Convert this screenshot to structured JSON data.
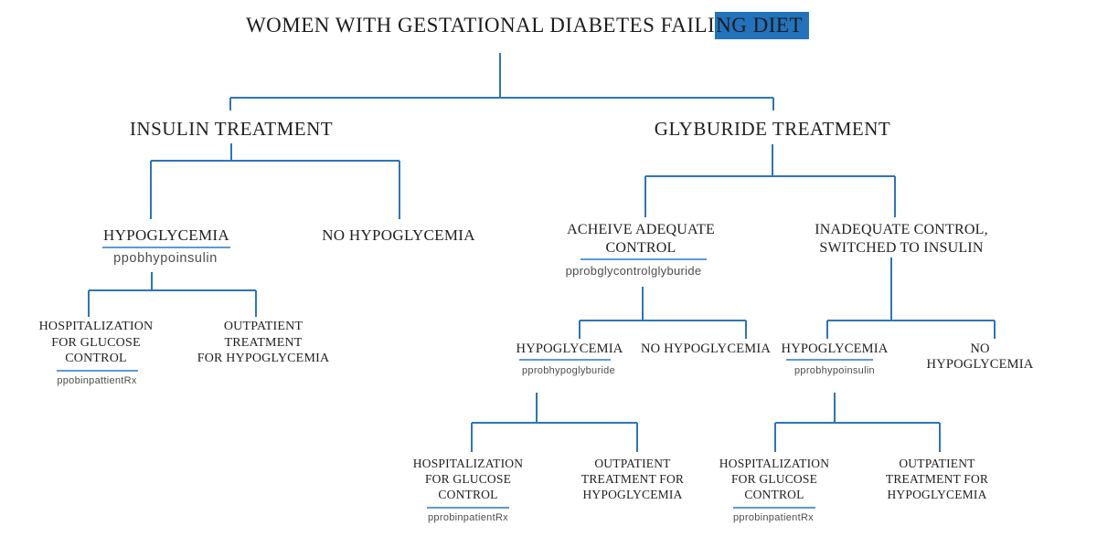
{
  "colors": {
    "connector_blue": "#2e75b6",
    "underline_blue": "#5b9bd5",
    "highlight_blue": "#2272bc",
    "node_text": "#212121",
    "prob_text": "#4d4d4d"
  },
  "title": {
    "text_before": "WOMEN WITH GESTATIONAL DIABETES FAILI",
    "highlighted": "NG DIET"
  },
  "nodes": {
    "insulin_treatment": {
      "lines": [
        "INSULIN TREATMENT"
      ]
    },
    "glyburide_treatment": {
      "lines": [
        "GLYBURIDE TREATMENT"
      ]
    },
    "hypoglycemia_insulin": {
      "lines": [
        "HYPOGLYCEMIA"
      ],
      "probability_label": "ppobhypoinsulin"
    },
    "no_hypoglycemia_insulin": {
      "lines": [
        "NO HYPOGLYCEMIA"
      ]
    },
    "hospitalization_insulin": {
      "lines": [
        "HOSPITALIZATION",
        "FOR GLUCOSE",
        "CONTROL"
      ],
      "probability_label": "ppobinpattientRx"
    },
    "outpatient_insulin": {
      "lines": [
        "OUTPATIENT",
        "TREATMENT",
        "FOR HYPOGLYCEMIA"
      ]
    },
    "acheive_adequate_control": {
      "lines": [
        "ACHEIVE ADEQUATE",
        "CONTROL"
      ],
      "probability_label": "pprobglycontrolglyburide"
    },
    "inadequate_control": {
      "lines": [
        "INADEQUATE CONTROL,",
        "SWITCHED TO INSULIN"
      ]
    },
    "hypoglycemia_glyburide": {
      "lines": [
        "HYPOGLYCEMIA"
      ],
      "probability_label": "pprobhypoglyburide"
    },
    "no_hypoglycemia_glyburide": {
      "lines": [
        "NO HYPOGLYCEMIA"
      ]
    },
    "hypoglycemia_switched": {
      "lines": [
        "HYPOGLYCEMIA"
      ],
      "probability_label": "pprobhypoinsulin"
    },
    "no_hypoglycemia_switched": {
      "lines": [
        "NO",
        "HYPOGLYCEMIA"
      ]
    },
    "hospitalization_glyburide": {
      "lines": [
        "HOSPITALIZATION",
        "FOR GLUCOSE",
        "CONTROL"
      ],
      "probability_label": "pprobinpatientRx"
    },
    "outpatient_glyburide": {
      "lines": [
        "OUTPATIENT",
        "TREATMENT FOR",
        "HYPOGLYCEMIA"
      ]
    },
    "hospitalization_switched": {
      "lines": [
        "HOSPITALIZATION",
        "FOR GLUCOSE",
        "CONTROL"
      ],
      "probability_label": "pprobinpatientRx"
    },
    "outpatient_switched": {
      "lines": [
        "OUTPATIENT",
        "TREATMENT FOR",
        "HYPOGLYCEMIA"
      ]
    }
  }
}
